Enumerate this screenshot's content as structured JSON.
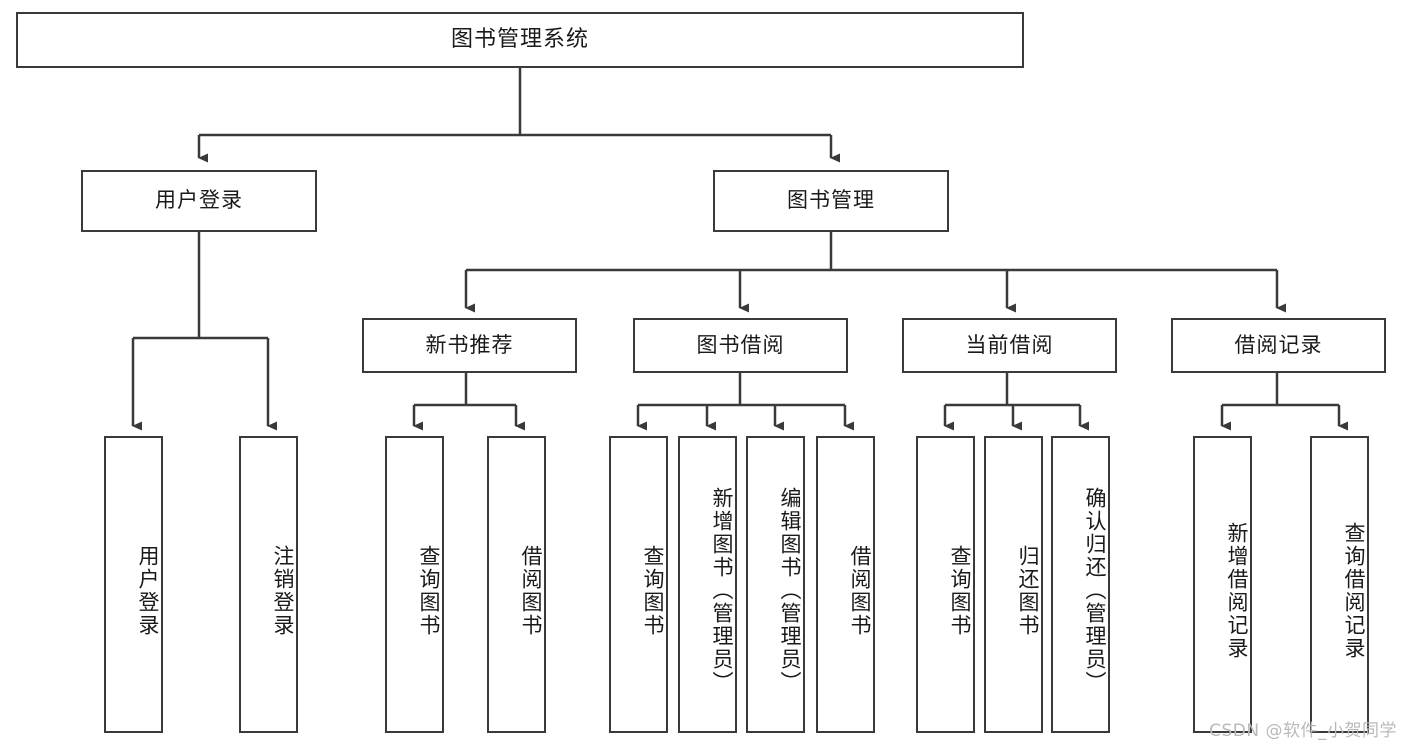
{
  "diagram": {
    "title": "图书管理系统",
    "type": "tree",
    "root": {
      "label": "图书管理系统"
    },
    "level2": [
      {
        "id": "user-login",
        "label": "用户登录"
      },
      {
        "id": "book-management",
        "label": "图书管理"
      }
    ],
    "level3": [
      {
        "id": "new-book-recommend",
        "label": "新书推荐",
        "parent": "book-management"
      },
      {
        "id": "book-borrow",
        "label": "图书借阅",
        "parent": "book-management"
      },
      {
        "id": "current-borrow",
        "label": "当前借阅",
        "parent": "book-management"
      },
      {
        "id": "borrow-record",
        "label": "借阅记录",
        "parent": "book-management"
      }
    ],
    "leaves": [
      {
        "id": "leaf-user-login",
        "label": "用户登录",
        "parent": "user-login"
      },
      {
        "id": "leaf-user-logout",
        "label": "注销登录",
        "parent": "user-login"
      },
      {
        "id": "leaf-query-book-1",
        "label": "查询图书",
        "parent": "new-book-recommend"
      },
      {
        "id": "leaf-borrow-book-1",
        "label": "借阅图书",
        "parent": "new-book-recommend"
      },
      {
        "id": "leaf-query-book-2",
        "label": "查询图书",
        "parent": "book-borrow"
      },
      {
        "id": "leaf-add-book",
        "label": "新增图书（管理员）",
        "parent": "book-borrow"
      },
      {
        "id": "leaf-edit-book",
        "label": "编辑图书（管理员）",
        "parent": "book-borrow"
      },
      {
        "id": "leaf-borrow-book-2",
        "label": "借阅图书",
        "parent": "book-borrow"
      },
      {
        "id": "leaf-query-book-3",
        "label": "查询图书",
        "parent": "current-borrow"
      },
      {
        "id": "leaf-return-book",
        "label": "归还图书",
        "parent": "current-borrow"
      },
      {
        "id": "leaf-confirm-return",
        "label": "确认归还（管理员）",
        "parent": "current-borrow"
      },
      {
        "id": "leaf-add-record",
        "label": "新增借阅记录",
        "parent": "borrow-record"
      },
      {
        "id": "leaf-query-record",
        "label": "查询借阅记录",
        "parent": "borrow-record"
      }
    ],
    "colors": {
      "stroke": "#3a3a3a",
      "text": "#1a1a1a",
      "background": "#ffffff",
      "watermark": "#b9b9b9"
    }
  },
  "watermark": {
    "text": "CSDN @软件_小贺同学"
  }
}
